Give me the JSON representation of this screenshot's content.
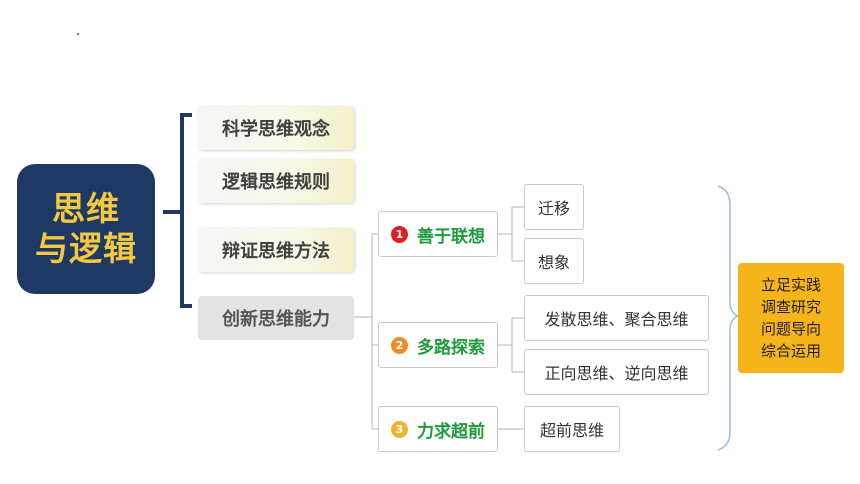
{
  "root": {
    "line1": "思维",
    "line2": "与逻辑"
  },
  "level1": [
    {
      "label": "科学思维观念"
    },
    {
      "label": "逻辑思维规则"
    },
    {
      "label": "辩证思维方法"
    },
    {
      "label": "创新思维能力"
    }
  ],
  "level2": [
    {
      "num": "1",
      "label": "善于联想",
      "num_color": "#e02020"
    },
    {
      "num": "2",
      "label": "多路探索",
      "num_color": "#f08a24"
    },
    {
      "num": "3",
      "label": "力求超前",
      "num_color": "#f2b233"
    }
  ],
  "leaves": [
    {
      "label": "迁移"
    },
    {
      "label": "想象"
    },
    {
      "label": "发散思维、聚合思维"
    },
    {
      "label": "正向思维、逆向思维"
    },
    {
      "label": "超前思维"
    }
  ],
  "side_note": {
    "lines": [
      "立足实践",
      "调查研究",
      "问题导向",
      "综合运用"
    ]
  },
  "colors": {
    "root_bg": "#1e3a64",
    "root_text": "#f5c842",
    "brace": "#1e3a64",
    "node_text": "#1f9a3c",
    "side_bg": "#f4b41a",
    "side_brace": "#9bbde0"
  }
}
